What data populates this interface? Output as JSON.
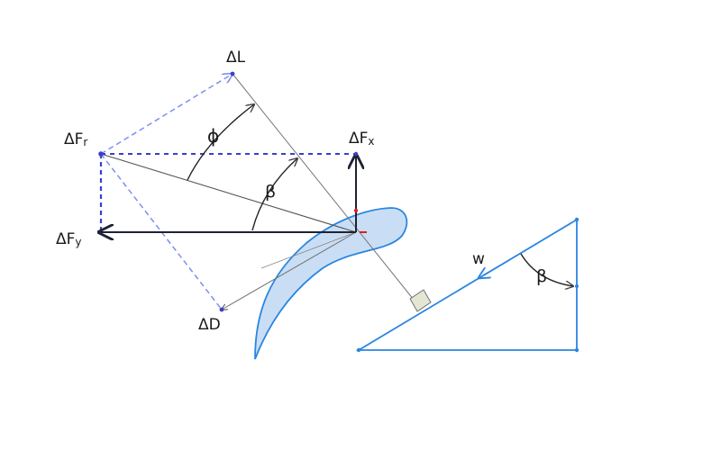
{
  "labels": {
    "lift": "ΔL",
    "drag": "ΔD",
    "resultant": "ΔF",
    "resultant_sub": "r",
    "force_x": "ΔF",
    "force_x_sub": "x",
    "force_y": "ΔF",
    "force_y_sub": "y",
    "phi": "ϕ",
    "beta_main": "β",
    "beta_triangle": "β",
    "velocity": "w"
  },
  "colors": {
    "force_arrow": "#1f2233",
    "dashed_dark": "#3a3fd0",
    "dashed_light": "#7f8ff0",
    "airfoil_fill": "#c9def5",
    "airfoil_stroke": "#2a86e0",
    "triangle": "#2a86e0",
    "thin_line": "#777777",
    "origin_marker": "#e02020"
  }
}
